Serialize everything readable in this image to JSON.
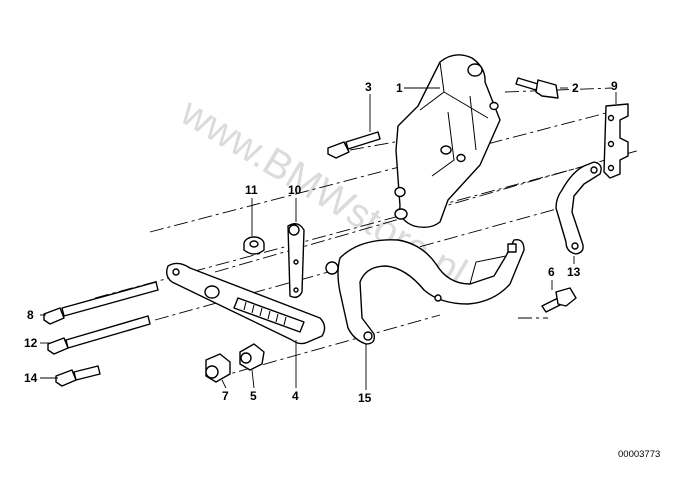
{
  "watermark": "www.BMWstore.pl",
  "diagram_code": "00003773",
  "callouts": {
    "c1": "1",
    "c2": "2",
    "c3": "3",
    "c4": "4",
    "c5": "5",
    "c6": "6",
    "c7": "7",
    "c8": "8",
    "c9": "9",
    "c10": "10",
    "c11": "11",
    "c12": "12",
    "c13": "13",
    "c14": "14",
    "c15": "15"
  }
}
